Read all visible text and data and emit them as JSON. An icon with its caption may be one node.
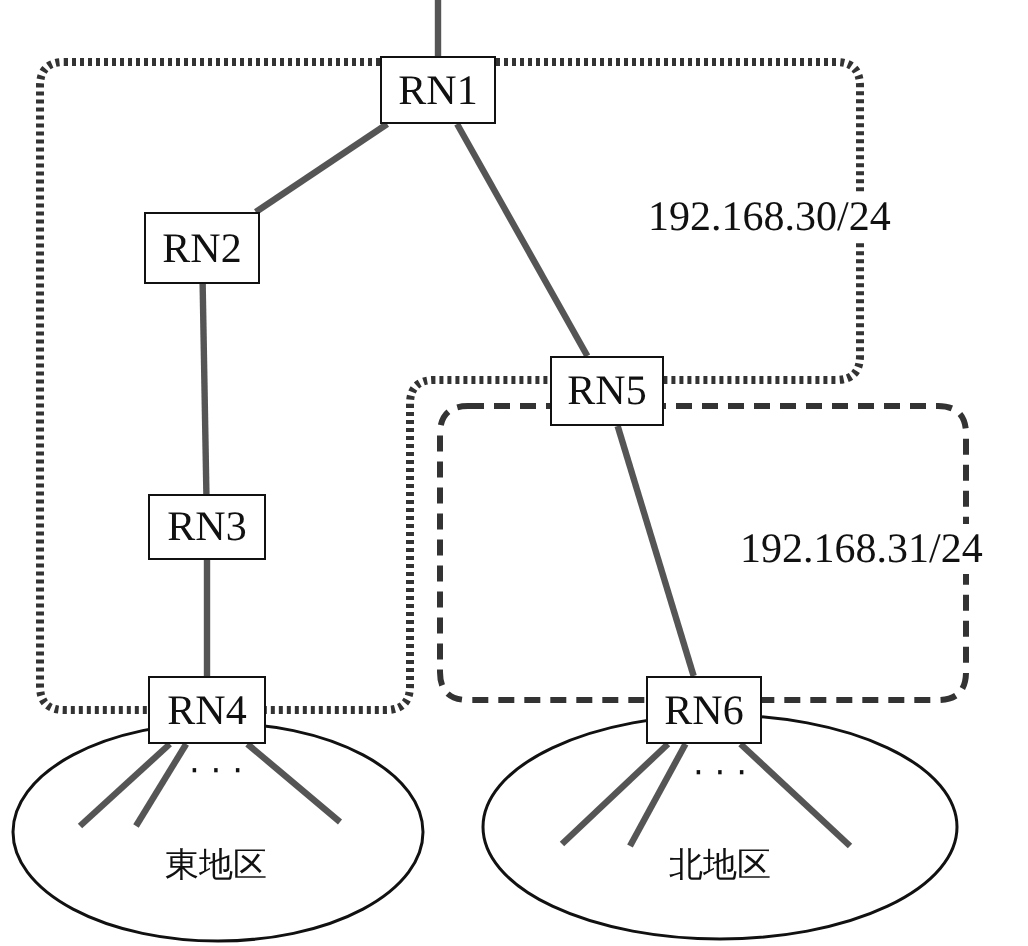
{
  "diagram": {
    "nodes": [
      {
        "text": [
          "RN1"
        ]
      },
      {
        "text": [
          "RN2"
        ]
      },
      {
        "text": [
          "RN3"
        ]
      },
      {
        "text": [
          "RN4"
        ]
      },
      {
        "text": [
          "RN5"
        ]
      },
      {
        "text": [
          "RN6"
        ]
      },
      {
        "text": [
          "· · ·",
          "東地区"
        ]
      },
      {
        "text": [
          "· · ·",
          "北地区"
        ]
      }
    ],
    "edges": [
      {
        "from": null,
        "to": 0,
        "arrow": "none"
      },
      {
        "from": 0,
        "to": 1,
        "arrow": "none"
      },
      {
        "from": 1,
        "to": 2,
        "arrow": "none"
      },
      {
        "from": 2,
        "to": 3,
        "arrow": "none"
      },
      {
        "from": 0,
        "to": 4,
        "arrow": "none"
      },
      {
        "from": 4,
        "to": 5,
        "arrow": "none"
      },
      {
        "from": 3,
        "to": 6,
        "arrow": "none"
      },
      {
        "from": 3,
        "to": 6,
        "arrow": "none"
      },
      {
        "from": 3,
        "to": 6,
        "arrow": "none"
      },
      {
        "from": 5,
        "to": 7,
        "arrow": "none"
      },
      {
        "from": 5,
        "to": 7,
        "arrow": "none"
      },
      {
        "from": 5,
        "to": 7,
        "arrow": "none"
      }
    ],
    "labels": [
      "192.168.30/24",
      "192.168.31/24"
    ]
  }
}
